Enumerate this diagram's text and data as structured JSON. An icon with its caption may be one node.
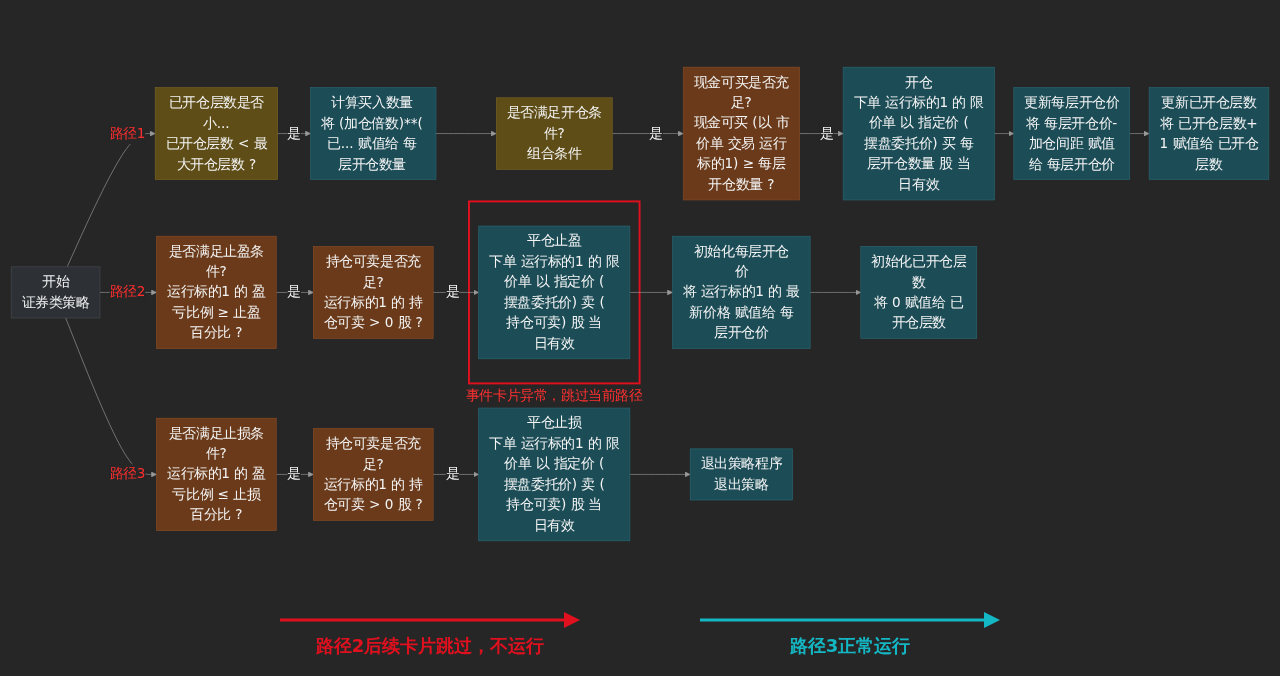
{
  "diagram": {
    "nodes": [
      {
        "text": [
          "开始",
          "证券类策略"
        ]
      },
      {
        "text": [
          "已开仓层数是否小...",
          "已开仓层数 < 最大开仓层数 ?"
        ]
      },
      {
        "text": [
          "计算买入数量",
          "将 (加仓倍数)**(已... 赋值给 每层开仓数量"
        ]
      },
      {
        "text": [
          "是否满足开仓条件?",
          "组合条件"
        ]
      },
      {
        "text": [
          "现金可买是否充足?",
          "现金可买 (以 市价单 交易 运行标的1) ≥ 每层开仓数量 ?"
        ]
      },
      {
        "text": [
          "开仓",
          "下单 运行标的1 的 限价单 以 指定价 (摆盘委托价) 买 每层开仓数量 股 当日有效"
        ]
      },
      {
        "text": [
          "更新每层开仓价",
          "将 每层开仓价-加仓间距 赋值给 每层开仓价"
        ]
      },
      {
        "text": [
          "更新已开仓层数",
          "将 已开仓层数+1 赋值给 已开仓层数"
        ]
      },
      {
        "text": [
          "是否满足止盈条件?",
          "运行标的1 的 盈亏比例 ≥ 止盈百分比 ?"
        ]
      },
      {
        "text": [
          "持仓可卖是否充足?",
          "运行标的1 的 持仓可卖 > 0 股 ?"
        ]
      },
      {
        "text": [
          "事件卡片异常，跳过当前路径"
        ]
      },
      {
        "text": [
          "平仓止盈",
          "下单 运行标的1 的 限价单 以 指定价 (摆盘委托价) 卖 (持仓可卖) 股 当日有效"
        ],
        "in": 10
      },
      {
        "text": [
          "初始化每层开仓价",
          "将 运行标的1 的 最新价格 赋值给 每层开仓价"
        ]
      },
      {
        "text": [
          "初始化已开仓层数",
          "将 0 赋值给 已开仓层数"
        ]
      },
      {
        "text": [
          "是否满足止损条件?",
          "运行标的1 的 盈亏比例 ≤ 止损百分比 ?"
        ]
      },
      {
        "text": [
          "持仓可卖是否充足?",
          "运行标的1 的 持仓可卖 > 0 股 ?"
        ]
      },
      {
        "text": [
          "平仓止损",
          "下单 运行标的1 的 限价单 以 指定价 (摆盘委托价) 卖 (持仓可卖) 股 当日有效"
        ]
      },
      {
        "text": [
          "退出策略程序",
          "退出策略"
        ]
      }
    ],
    "edges": [
      {
        "from": 0,
        "to": 1,
        "arrow": "to",
        "label": "路径1"
      },
      {
        "from": 1,
        "to": 2,
        "arrow": "to",
        "label": "是"
      },
      {
        "from": 2,
        "to": 3,
        "arrow": "to"
      },
      {
        "from": 3,
        "to": 4,
        "arrow": "to",
        "label": "是"
      },
      {
        "from": 4,
        "to": 5,
        "arrow": "to",
        "label": "是"
      },
      {
        "from": 5,
        "to": 6,
        "arrow": "to"
      },
      {
        "from": 6,
        "to": 7,
        "arrow": "to"
      },
      {
        "from": 0,
        "to": 8,
        "arrow": "to",
        "label": "路径2"
      },
      {
        "from": 8,
        "to": 9,
        "arrow": "to",
        "label": "是"
      },
      {
        "from": 9,
        "to": 11,
        "arrow": "to",
        "label": "是"
      },
      {
        "from": 11,
        "to": 12,
        "arrow": "to"
      },
      {
        "from": 12,
        "to": 13,
        "arrow": "to"
      },
      {
        "from": 0,
        "to": 14,
        "arrow": "to",
        "label": "路径3"
      },
      {
        "from": 14,
        "to": 15,
        "arrow": "to",
        "label": "是"
      },
      {
        "from": 15,
        "to": 16,
        "arrow": "to",
        "label": "是"
      },
      {
        "from": 16,
        "to": 17,
        "arrow": "to"
      }
    ],
    "labels": [
      "路径2后续卡片跳过，不运行",
      "路径3正常运行"
    ]
  }
}
